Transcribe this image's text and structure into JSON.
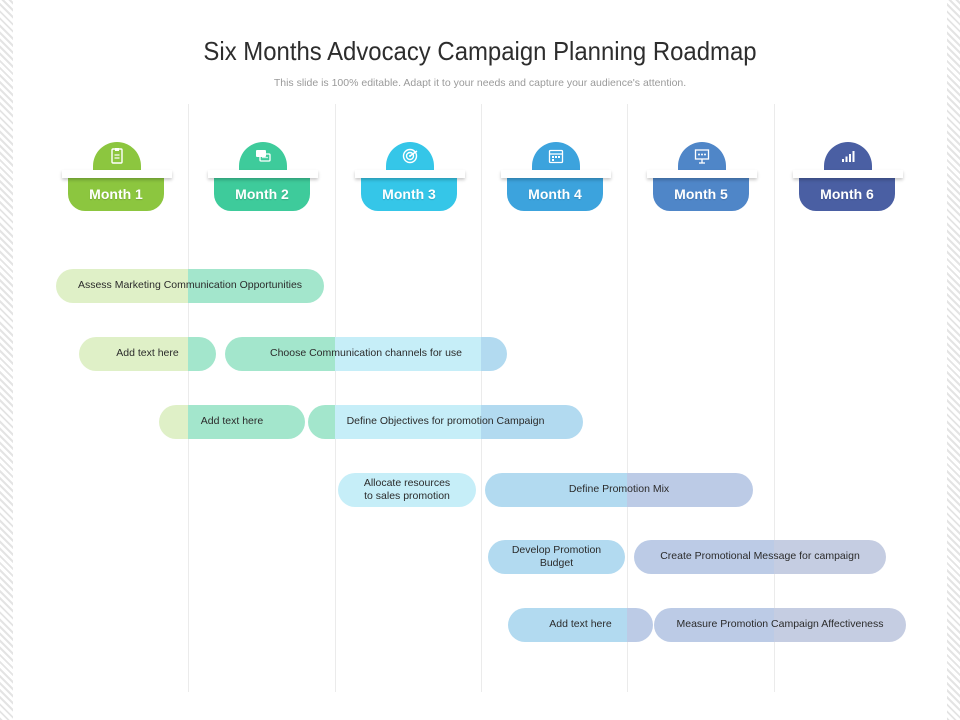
{
  "title": "Six Months Advocacy Campaign Planning Roadmap",
  "subtitle": "This slide is 100% editable. Adapt it to your needs and capture your audience's attention.",
  "months": [
    {
      "label": "Month 1",
      "color": "#8cc63f",
      "icon": "clipboard-icon"
    },
    {
      "label": "Month 2",
      "color": "#3ecb9b",
      "icon": "chat-bubble-icon"
    },
    {
      "label": "Month 3",
      "color": "#35c6e8",
      "icon": "target-icon"
    },
    {
      "label": "Month 4",
      "color": "#3ca3dd",
      "icon": "calendar-icon"
    },
    {
      "label": "Month 5",
      "color": "#4f86c8",
      "icon": "presentation-board-icon"
    },
    {
      "label": "Month 6",
      "color": "#4a5fa3",
      "icon": "bar-chart-icon"
    }
  ],
  "tasks": {
    "t1": "Assess Marketing Communication  Opportunities",
    "t2a": "Add text here",
    "t2b": "Choose Communication  channels for use",
    "t3a": "Add text here",
    "t3b": "Define Objectives for promotion Campaign",
    "t4a": "Allocate resources\nto sales promotion",
    "t4b": "Define Promotion  Mix",
    "t5a": "Develop Promotion\nBudget",
    "t5b": "Create Promotional Message for campaign",
    "t6a": "Add text here",
    "t6b": "Measure Promotion Campaign  Affectiveness"
  }
}
